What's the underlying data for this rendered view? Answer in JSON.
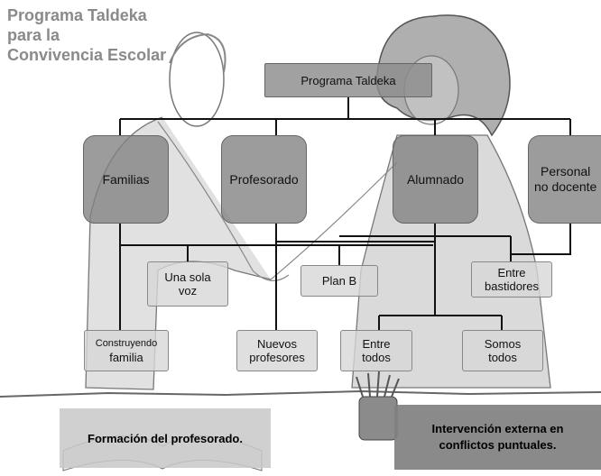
{
  "title": [
    "Programa Taldeka",
    "para la",
    "Convivencia Escolar"
  ],
  "root": "Programa Taldeka",
  "categories": {
    "familias": "Familias",
    "profesorado": "Profesorado",
    "alumnado": "Alumnado",
    "personal": [
      "Personal",
      "no docente"
    ]
  },
  "subnodes": {
    "una_sola_voz": [
      "Una sola",
      "voz"
    ],
    "plan_b": "Plan B",
    "entre_bastidores": [
      "Entre",
      "bastidores"
    ],
    "construyendo_familia": [
      "Construyendo",
      "familia"
    ],
    "nuevos_profesores": [
      "Nuevos",
      "profesores"
    ],
    "entre_todos": [
      "Entre",
      "todos"
    ],
    "somos_todos": [
      "Somos",
      "todos"
    ]
  },
  "panels": {
    "formacion": "Formación del profesorado.",
    "intervencion": [
      "Intervención externa en",
      "conflictos puntuales."
    ]
  }
}
